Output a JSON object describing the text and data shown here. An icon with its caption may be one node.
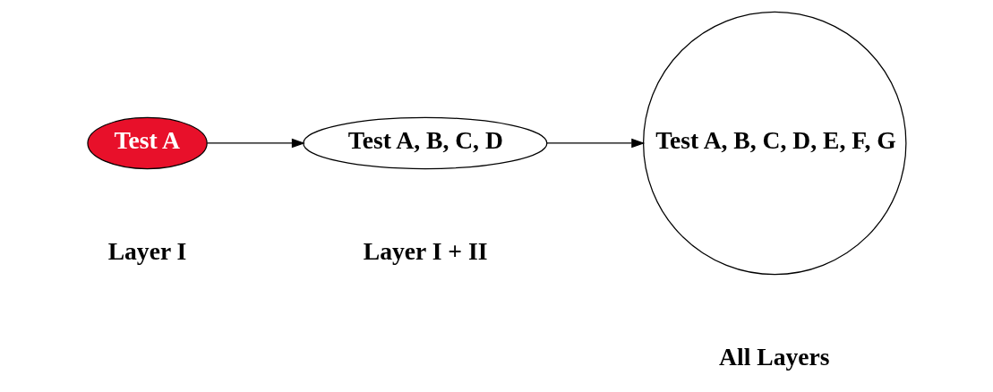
{
  "diagram": {
    "nodes": [
      {
        "text": [
          "Test A"
        ],
        "beside": [
          "Layer I"
        ]
      },
      {
        "text": [
          "Test A, B, C, D"
        ],
        "beside": [
          "Layer I + II"
        ]
      },
      {
        "text": [
          "Test A, B, C, D, E, F, G"
        ],
        "beside": [
          "All Layers"
        ]
      }
    ],
    "edges": [
      {
        "from": 0,
        "to": 1,
        "arrow": "to"
      },
      {
        "from": 1,
        "to": 2,
        "arrow": "to"
      }
    ]
  }
}
